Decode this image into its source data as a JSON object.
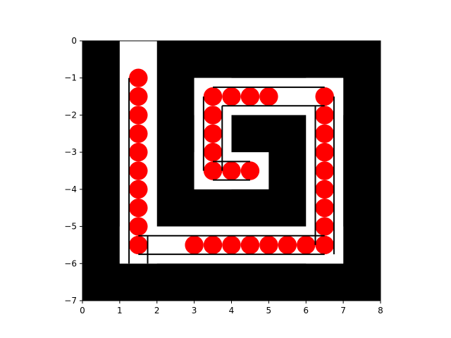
{
  "chart_data": {
    "type": "scatter",
    "title": "",
    "xlabel": "",
    "ylabel": "",
    "xlim": [
      0,
      8
    ],
    "ylim": [
      -7,
      0
    ],
    "x_ticks": [
      "0",
      "1",
      "2",
      "3",
      "4",
      "5",
      "6",
      "7",
      "8"
    ],
    "y_ticks": [
      "0",
      "−1",
      "−2",
      "−3",
      "−4",
      "−5",
      "−6",
      "−7"
    ],
    "grid": false,
    "legend": "none",
    "colors": {
      "wall": "#000000",
      "path": "#ffffff",
      "marker": "#ff0000",
      "line": "#000000"
    },
    "maze_open_cells": [
      {
        "x": [
          1,
          2
        ],
        "y": [
          -6,
          0
        ]
      },
      {
        "x": [
          1,
          7
        ],
        "y": [
          -6,
          -5
        ]
      },
      {
        "x": [
          6,
          7
        ],
        "y": [
          -6,
          -1
        ]
      },
      {
        "x": [
          3,
          7
        ],
        "y": [
          -2,
          -1
        ]
      },
      {
        "x": [
          3,
          4
        ],
        "y": [
          -4,
          -1
        ]
      },
      {
        "x": [
          3,
          5
        ],
        "y": [
          -4,
          -3
        ]
      }
    ],
    "points": [
      {
        "x": 1.5,
        "y": -1.0
      },
      {
        "x": 1.5,
        "y": -1.5
      },
      {
        "x": 1.5,
        "y": -2.0
      },
      {
        "x": 1.5,
        "y": -2.5
      },
      {
        "x": 1.5,
        "y": -3.0
      },
      {
        "x": 1.5,
        "y": -3.5
      },
      {
        "x": 1.5,
        "y": -4.0
      },
      {
        "x": 1.5,
        "y": -4.5
      },
      {
        "x": 1.5,
        "y": -5.0
      },
      {
        "x": 1.5,
        "y": -5.5
      },
      {
        "x": 3.0,
        "y": -5.5
      },
      {
        "x": 3.5,
        "y": -5.5
      },
      {
        "x": 4.0,
        "y": -5.5
      },
      {
        "x": 4.5,
        "y": -5.5
      },
      {
        "x": 5.0,
        "y": -5.5
      },
      {
        "x": 5.5,
        "y": -5.5
      },
      {
        "x": 6.0,
        "y": -5.5
      },
      {
        "x": 6.5,
        "y": -5.5
      },
      {
        "x": 6.5,
        "y": -5.0
      },
      {
        "x": 6.5,
        "y": -4.5
      },
      {
        "x": 6.5,
        "y": -4.0
      },
      {
        "x": 6.5,
        "y": -3.5
      },
      {
        "x": 6.5,
        "y": -3.0
      },
      {
        "x": 6.5,
        "y": -2.5
      },
      {
        "x": 6.5,
        "y": -2.0
      },
      {
        "x": 6.5,
        "y": -1.5
      },
      {
        "x": 3.5,
        "y": -1.5
      },
      {
        "x": 4.0,
        "y": -1.5
      },
      {
        "x": 4.5,
        "y": -1.5
      },
      {
        "x": 5.0,
        "y": -1.5
      },
      {
        "x": 3.5,
        "y": -2.0
      },
      {
        "x": 3.5,
        "y": -2.5
      },
      {
        "x": 3.5,
        "y": -3.0
      },
      {
        "x": 3.5,
        "y": -3.5
      },
      {
        "x": 4.0,
        "y": -3.5
      },
      {
        "x": 4.5,
        "y": -3.5
      }
    ],
    "segments": [
      {
        "x": [
          1.25,
          1.25
        ],
        "y": [
          -1.0,
          -6.0
        ]
      },
      {
        "x": [
          1.75,
          1.75
        ],
        "y": [
          -5.25,
          -6.0
        ]
      },
      {
        "x": [
          1.5,
          6.5
        ],
        "y": [
          -5.25,
          -5.25
        ]
      },
      {
        "x": [
          1.5,
          6.5
        ],
        "y": [
          -5.75,
          -5.75
        ]
      },
      {
        "x": [
          6.25,
          6.25
        ],
        "y": [
          -1.75,
          -5.5
        ]
      },
      {
        "x": [
          6.75,
          6.75
        ],
        "y": [
          -1.5,
          -5.75
        ]
      },
      {
        "x": [
          3.5,
          6.5
        ],
        "y": [
          -1.25,
          -1.25
        ]
      },
      {
        "x": [
          3.75,
          6.5
        ],
        "y": [
          -1.75,
          -1.75
        ]
      },
      {
        "x": [
          3.25,
          3.25
        ],
        "y": [
          -1.5,
          -3.5
        ]
      },
      {
        "x": [
          3.75,
          3.75
        ],
        "y": [
          -1.75,
          -3.5
        ]
      },
      {
        "x": [
          3.5,
          4.5
        ],
        "y": [
          -3.25,
          -3.25
        ]
      },
      {
        "x": [
          3.5,
          4.5
        ],
        "y": [
          -3.75,
          -3.75
        ]
      }
    ],
    "marker_radius": 0.25
  }
}
